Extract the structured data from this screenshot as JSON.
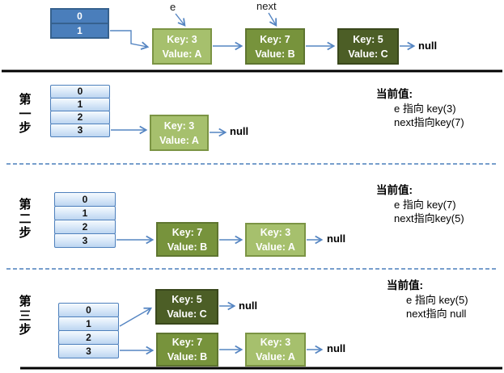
{
  "top_section": {
    "bucket_cells": [
      "0",
      "1"
    ],
    "e_label": "e",
    "next_label": "next",
    "nodes": [
      {
        "key": "Key: 3",
        "value": "Value: A",
        "tone": "light"
      },
      {
        "key": "Key: 7",
        "value": "Value: B",
        "tone": "medium"
      },
      {
        "key": "Key: 5",
        "value": "Value: C",
        "tone": "dark"
      }
    ],
    "null_label": "null"
  },
  "steps": [
    {
      "label": "第一步",
      "label_chars": [
        "第",
        "一",
        "步"
      ],
      "array_cells": [
        "0",
        "1",
        "2",
        "3"
      ],
      "nodes": [
        {
          "key": "Key: 3",
          "value": "Value: A",
          "tone": "light"
        }
      ],
      "null_labels": [
        "null"
      ],
      "status": {
        "title": "当前值:",
        "lines": [
          "e 指向 key(3)",
          "next指向key(7)"
        ]
      }
    },
    {
      "label": "第二步",
      "label_chars": [
        "第",
        "二",
        "步"
      ],
      "array_cells": [
        "0",
        "1",
        "2",
        "3"
      ],
      "nodes": [
        {
          "key": "Key: 7",
          "value": "Value: B",
          "tone": "medium"
        },
        {
          "key": "Key: 3",
          "value": "Value: A",
          "tone": "light"
        }
      ],
      "null_labels": [
        "null"
      ],
      "status": {
        "title": "当前值:",
        "lines": [
          "e 指向 key(7)",
          "next指向key(5)"
        ]
      }
    },
    {
      "label": "第三步",
      "label_chars": [
        "第",
        "三",
        "步"
      ],
      "array_cells": [
        "0",
        "1",
        "2",
        "3"
      ],
      "nodes": [
        {
          "key": "Key: 5",
          "value": "Value: C",
          "tone": "dark"
        },
        {
          "key": "Key: 7",
          "value": "Value: B",
          "tone": "medium"
        },
        {
          "key": "Key: 3",
          "value": "Value: A",
          "tone": "light"
        }
      ],
      "null_labels": [
        "null",
        "null"
      ],
      "status": {
        "title": "当前值:",
        "lines": [
          "e 指向 key(5)",
          "next指向 null"
        ]
      }
    }
  ],
  "colors": {
    "bucket_fill": "#4A7EBB",
    "bucket_border": "#36618E",
    "array_fill_top": "#F5FAFE",
    "array_fill_bottom": "#BCD5F1",
    "array_border": "#4E80BC",
    "node_light_fill": "#A6C06D",
    "node_light_border": "#7B9444",
    "node_medium_fill": "#77933C",
    "node_medium_border": "#5E7530",
    "node_dark_fill": "#4C5E26",
    "node_dark_border": "#39471C",
    "arrow": "#5585C2",
    "separator_dashed": "#4A7EBB",
    "separator_solid": "#000000"
  }
}
